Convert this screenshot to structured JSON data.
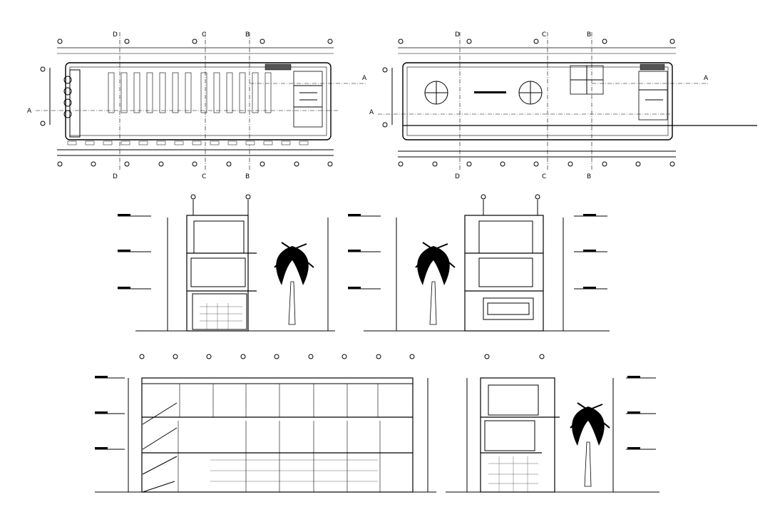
{
  "drawing": {
    "ground_floor_plan": {
      "grid_labels_top": [
        "D",
        "C",
        "B"
      ],
      "grid_labels_bottom": [
        "D",
        "C",
        "B"
      ],
      "section_marker": "A"
    },
    "first_floor_plan": {
      "grid_labels_top": [
        "D",
        "C",
        "B"
      ],
      "grid_labels_bottom": [
        "D",
        "C",
        "B"
      ],
      "section_marker": "A"
    }
  }
}
